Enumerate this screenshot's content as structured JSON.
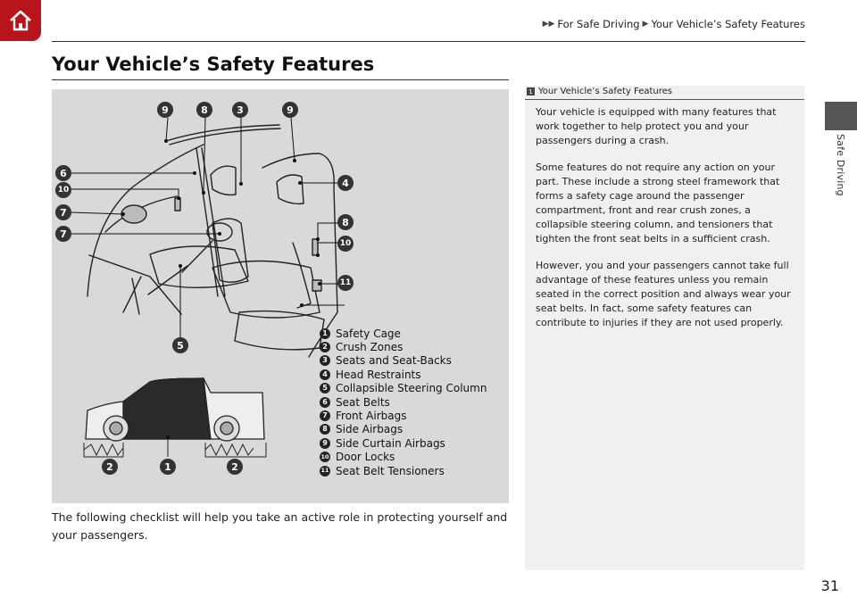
{
  "header": {
    "breadcrumb": [
      "For Safe Driving",
      "Your Vehicle’s Safety Features"
    ],
    "side_label": "Safe Driving"
  },
  "page": {
    "title": "Your Vehicle’s Safety Features",
    "intro": "The following checklist will help you take an active role in protecting yourself and your passengers.",
    "page_number": "31"
  },
  "figure": {
    "callouts": [
      {
        "n": "9"
      },
      {
        "n": "8"
      },
      {
        "n": "3"
      },
      {
        "n": "9"
      },
      {
        "n": "6"
      },
      {
        "n": "10"
      },
      {
        "n": "7"
      },
      {
        "n": "7"
      },
      {
        "n": "4"
      },
      {
        "n": "8"
      },
      {
        "n": "10"
      },
      {
        "n": "11"
      },
      {
        "n": "5"
      },
      {
        "n": "2"
      },
      {
        "n": "1"
      },
      {
        "n": "2"
      }
    ],
    "legend": [
      {
        "n": "1",
        "label": "Safety Cage"
      },
      {
        "n": "2",
        "label": "Crush Zones"
      },
      {
        "n": "3",
        "label": "Seats and Seat-Backs"
      },
      {
        "n": "4",
        "label": "Head Restraints"
      },
      {
        "n": "5",
        "label": "Collapsible Steering Column"
      },
      {
        "n": "6",
        "label": "Seat Belts"
      },
      {
        "n": "7",
        "label": "Front Airbags"
      },
      {
        "n": "8",
        "label": "Side Airbags"
      },
      {
        "n": "9",
        "label": "Side Curtain Airbags"
      },
      {
        "n": "10",
        "label": "Door Locks"
      },
      {
        "n": "11",
        "label": "Seat Belt Tensioners"
      }
    ]
  },
  "note": {
    "ref_icon": "1",
    "heading": "Your Vehicle’s Safety Features",
    "paragraphs": [
      "Your vehicle is equipped with many features that work together to help protect you and your passengers during a crash.",
      "Some features do not require any action on your part. These include a strong steel framework that forms a safety cage around the passenger compartment, front and rear crush zones, a collapsible steering column, and tensioners that tighten the front seat belts in a sufficient crash.",
      "However, you and your passengers cannot take full advantage of these features unless you remain seated in the correct position and always wear your seat belts. In fact, some safety features can contribute to injuries if they are not used properly."
    ]
  },
  "colors": {
    "home_red": "#b8141b",
    "figure_bg": "#d9d9d9",
    "note_bg": "#f0f0f0",
    "callout": "#333333"
  }
}
